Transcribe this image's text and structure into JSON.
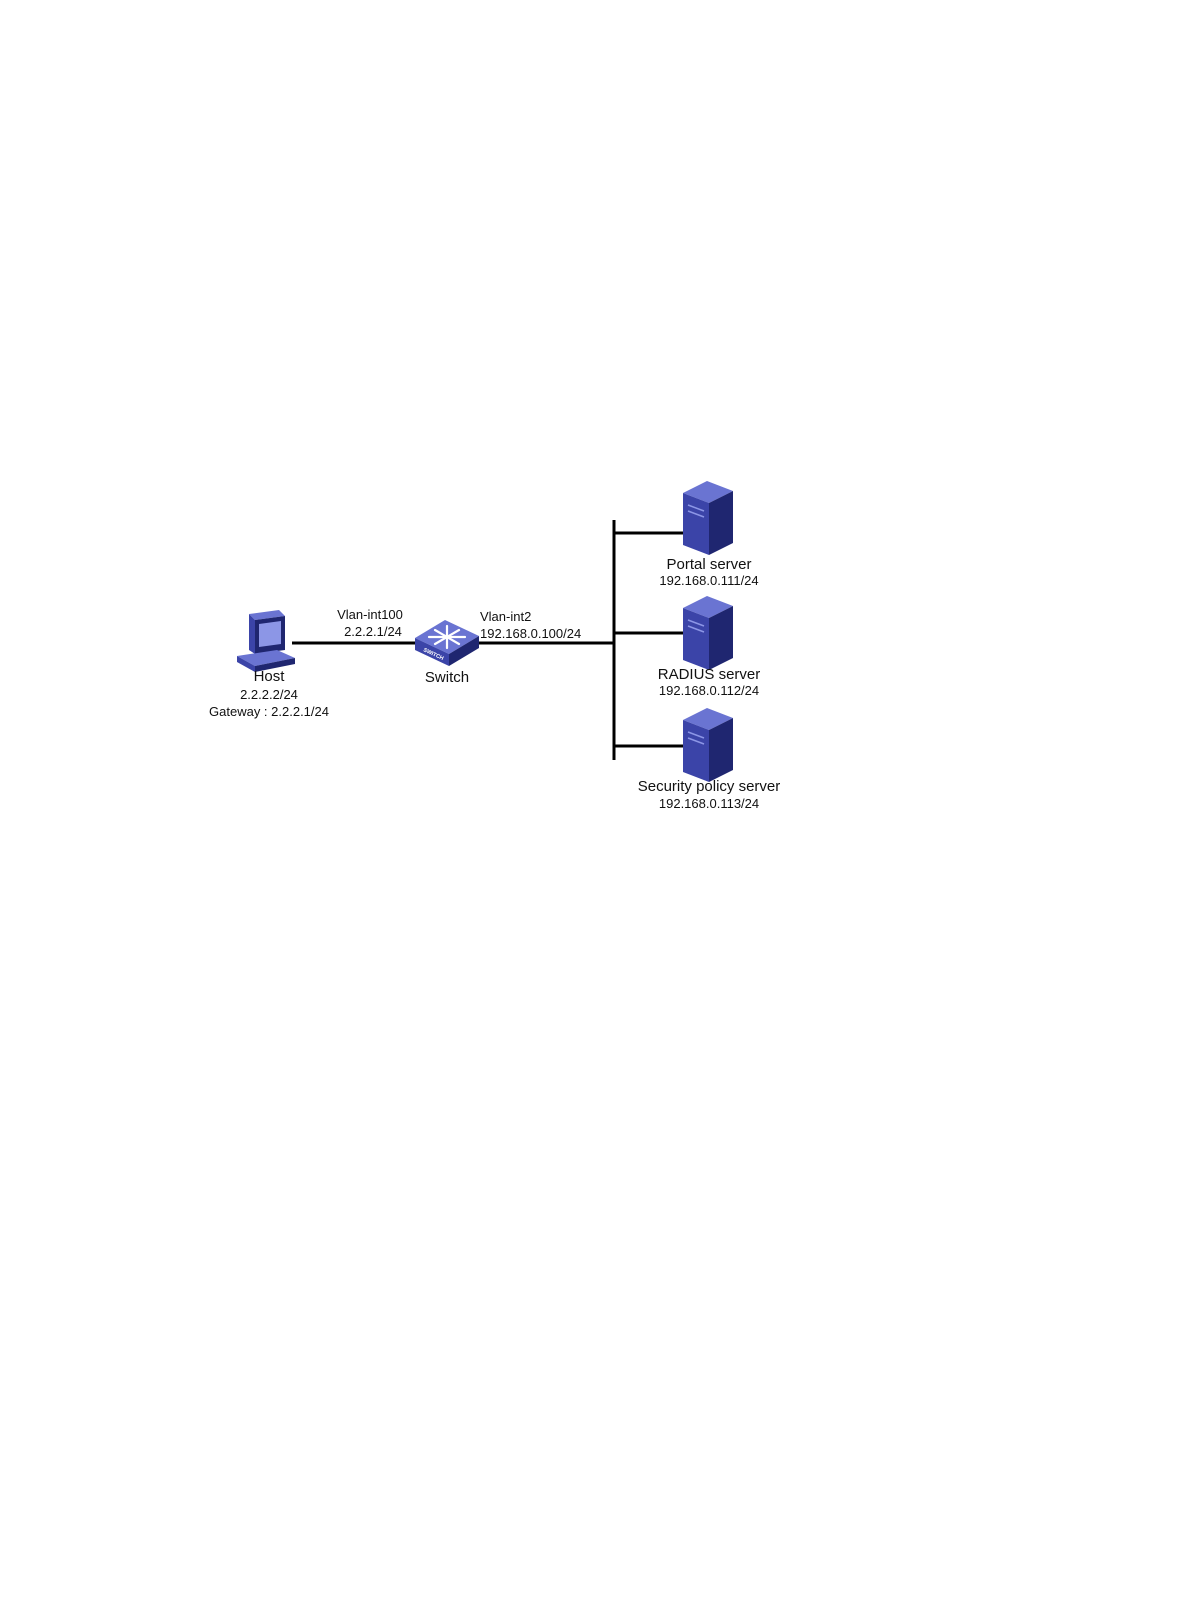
{
  "colors": {
    "device_front": "#3b44a8",
    "device_side": "#1f2670",
    "device_top": "#6a74d2",
    "link": "#000000"
  },
  "host": {
    "icon": "desktop-computer-icon",
    "name": "Host",
    "ip": "2.2.2.2/24",
    "gateway": "Gateway : 2.2.2.1/24"
  },
  "switch": {
    "icon": "switch-icon",
    "name": "Switch",
    "badge": "SWITCH",
    "if_left_name": "Vlan-int100",
    "if_left_ip": "2.2.2.1/24",
    "if_right_name": "Vlan-int2",
    "if_right_ip": "192.168.0.100/24"
  },
  "servers": [
    {
      "icon": "server-tower-icon",
      "name": "Portal server",
      "ip": "192.168.0.111/24"
    },
    {
      "icon": "server-tower-icon",
      "name": "RADIUS server",
      "ip": "192.168.0.112/24"
    },
    {
      "icon": "server-tower-icon",
      "name": "Security policy server",
      "ip": "192.168.0.113/24"
    }
  ]
}
